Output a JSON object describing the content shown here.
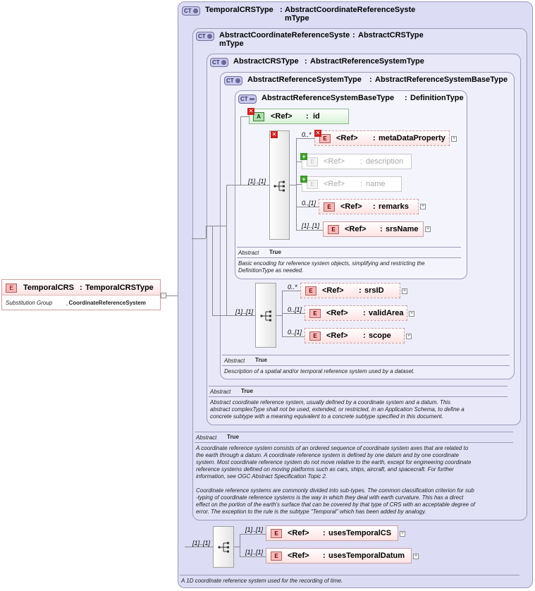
{
  "root": {
    "element_name": "TemporalCRS",
    "element_type": "TemporalCRSType",
    "substitution_group_label": "Substitution Group",
    "substitution_group_value": "_CoordinateReferenceSystem"
  },
  "ct_icon_label": "CT",
  "element_icon_label": "E",
  "attribute_icon_label": "A",
  "colon": ":",
  "ref_label": "<Ref>",
  "abstract_label": "Abstract",
  "abstract_value": "True",
  "types": [
    {
      "name": "TemporalCRSType",
      "base": "AbstractCoordinateReferenceSyste",
      "base_cont": "mType"
    },
    {
      "name": "AbstractCoordinateReferenceSyste",
      "name_cont": "mType",
      "base": "AbstractCRSType"
    },
    {
      "name": "AbstractCRSType",
      "base": "AbstractReferenceSystemType"
    },
    {
      "name": "AbstractReferenceSystemType",
      "base": "AbstractReferenceSystemBaseType"
    },
    {
      "name": "AbstractReferenceSystemBaseType",
      "base": "DefinitionType"
    }
  ],
  "base_type": {
    "attribute": "id",
    "seq_cardinality": "[1]..[1]",
    "elements": [
      {
        "card": "0..*",
        "name": "metaDataProperty"
      },
      {
        "card": "",
        "name": "description"
      },
      {
        "card": "",
        "name": "name"
      },
      {
        "card": "0..[1]",
        "name": "remarks"
      },
      {
        "card": "[1]..[1]",
        "name": "srsName"
      }
    ],
    "doc": "Basic encoding for reference system objects, simplifying and restricting the",
    "doc2": "DefinitionType as needed."
  },
  "ref_system": {
    "seq_cardinality": "[1]..[1]",
    "elements": [
      {
        "card": "0..*",
        "name": "srsID"
      },
      {
        "card": "0..[1]",
        "name": "validArea"
      },
      {
        "card": "0..[1]",
        "name": "scope"
      }
    ],
    "doc": "Description of a spatial and/or temporal reference system used by a dataset."
  },
  "crs_doc": [
    "Abstract coordinate reference system, usually defined by a coordinate system and a datum. This",
    "abstract complexType shall not be used, extended, or restricted, in an Application Schema, to define a",
    "concrete subtype with a meaning equivalent to a concrete subtype specified in this document."
  ],
  "coord_doc": [
    "A coordinate reference system consists of an ordered sequence of coordinate system axes that are related to",
    "the earth through a datum. A coordinate reference system is defined by one datum and by one coordinate",
    "system. Most coordinate reference system do not move relative to the earth, except for engineering coordinate",
    "reference systems defined on moving platforms such as cars, ships, aircraft, and spacecraft. For further",
    "information, see OGC Abstract Specification Topic 2.",
    "",
    "Coordinate reference systems are commonly divided into sub-types. The common classification criterion for sub",
    "-typing of coordinate reference systems is the way in which they deal with earth curvature. This has a direct",
    "effect on the portion of the earth's surface that can be covered by that type of CRS with an acceptable degree of",
    "error. The exception to the rule is the subtype \"Temporal\" which has been added by analogy."
  ],
  "temporal": {
    "seq_cardinality": "[1]..[1]",
    "elements": [
      {
        "card": "[1]..[1]",
        "name": "usesTemporalCS"
      },
      {
        "card": "[1]..[1]",
        "name": "usesTemporalDatum"
      }
    ],
    "doc": "A 1D coordinate reference system used for the recording of time."
  }
}
